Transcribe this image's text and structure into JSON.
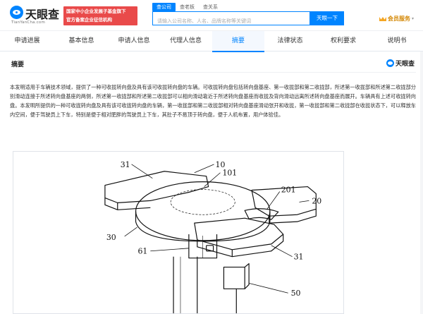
{
  "header": {
    "logo_text": "天眼查",
    "logo_url": "TianYanCha.com",
    "gov_badge_line1": "国家中小企业发展子基金旗下",
    "gov_badge_line2": "官方备案企业征信机构",
    "search_tabs": [
      "查公司",
      "查老板",
      "查关系"
    ],
    "search_placeholder": "请输入公司名称、人名、品牌名称等关键词",
    "search_button": "天眼一下",
    "vip_label": "会员服务"
  },
  "nav": {
    "tabs": [
      {
        "label": "申请进展"
      },
      {
        "label": "基本信息"
      },
      {
        "label": "申请人信息"
      },
      {
        "label": "代理人信息"
      },
      {
        "label": "摘要"
      },
      {
        "label": "法律状态"
      },
      {
        "label": "权利要求"
      },
      {
        "label": "说明书"
      }
    ]
  },
  "section": {
    "title": "摘要",
    "brand": "天眼查",
    "abstract": "本发明适用于车辆技术领域，提供了一种可收拢转向盘及具有该可收拢转向盘的车辆。可收拢转向盘包括转向盘基座、第一收拢部和第二收拢部，所述第一收拢部和所述第二收拢部分别滑动连接于所述转向盘基座的两侧，所述第一收拢部和所述第二收拢部可以相向滑动靠近于所述转向盘基座而收拢及背向滑动远离所述转向盘基座而展开。车辆具有上述可收拢转向盘。本发明所提供的一种可收拢转向盘及具有该可收拢转向盘的车辆，第一收拢部和第二收拢部相对转向盘基座滑动张开和收拢，第一收拢部和第二收拢部在收拢状态下，可以释放车内空间，便于驾驶员上下车，特别是便于相对肥胖的驾驶员上下车，其肚子不易顶于转向盘，便于人机布置，用户体验佳。"
  },
  "drawing_labels": {
    "l31a": "31",
    "l10": "10",
    "l101": "101",
    "l201": "201",
    "l20": "20",
    "l30": "30",
    "l61": "61",
    "l31b": "31",
    "l50": "50"
  },
  "colors": {
    "brand_blue": "#0084ff",
    "gov_red": "#e94a4a",
    "vip_gold": "#d48806"
  }
}
